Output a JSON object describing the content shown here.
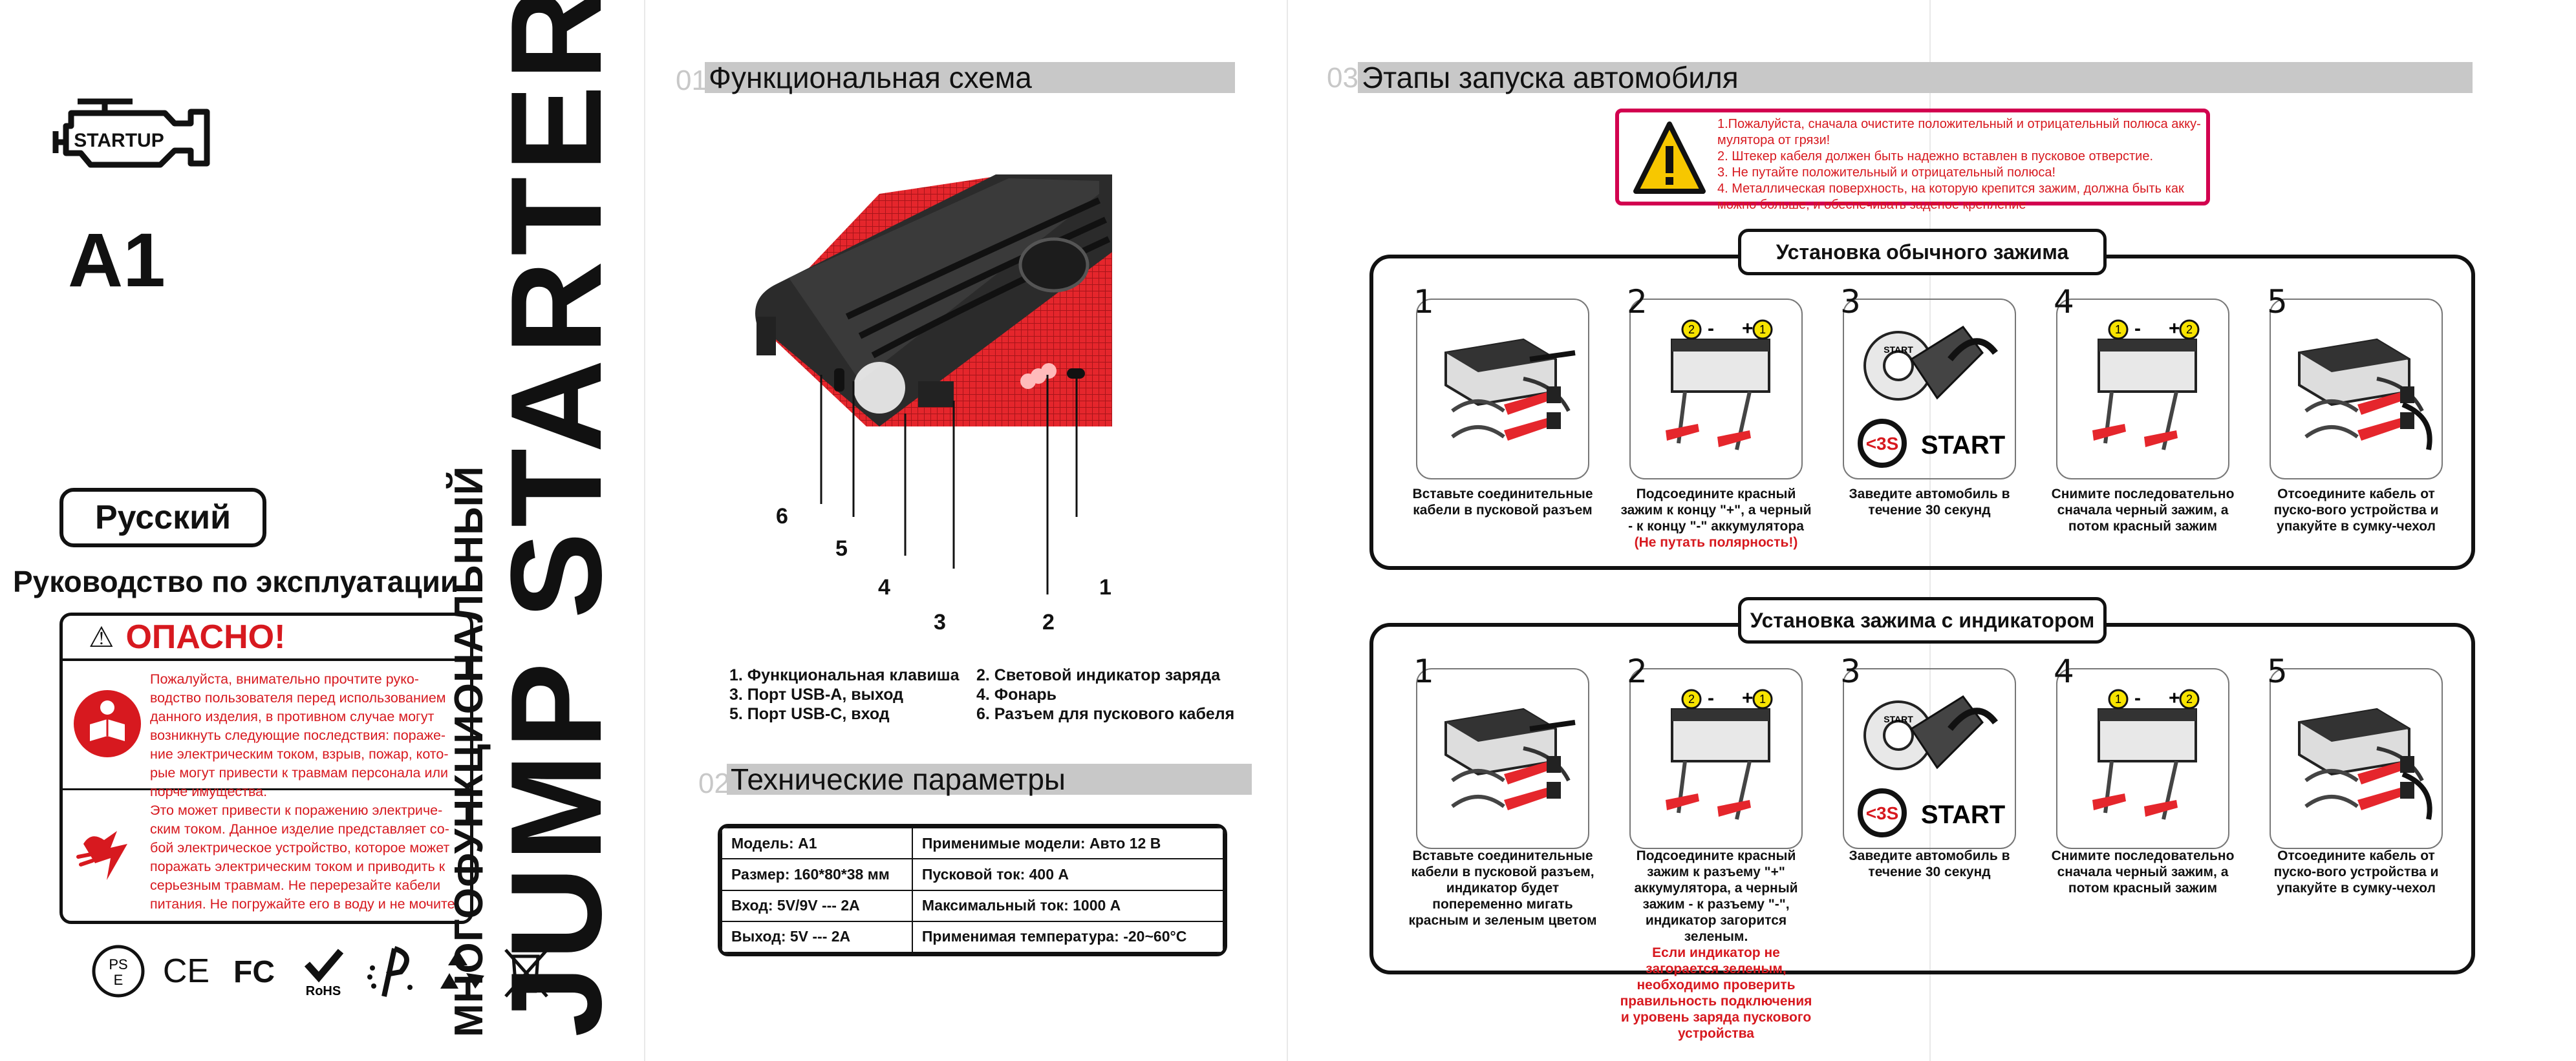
{
  "panel1": {
    "logo_label": "STARTUP",
    "model": "A1",
    "language": "Русский",
    "manual_title": "Руководство по эксплуатации",
    "danger_title": "ОПАСНО!",
    "danger_text_1": "Пожалуйста, внимательно прочтите руко-водство пользователя перед использованием данного изделия, в противном случае могут возникнуть следующие последствия: пораже-ние электрическим током, взрыв, пожар, кото-рые могут привести к травмам персонала или порче имущества.",
    "danger_text_2": "Это может привести к поражению электриче-ским током. Данное изделие представляет со-бой электрическое устройство, которое может поражать электрическим током и приводить к серьезным травмам. Не перерезайте кабели питания. Не погружайте его в воду и не мочите",
    "vertical_title_1": "МНОГОФУНКЦИОНАЛЬНЫЙ",
    "vertical_title_2": "JUMP STARTER",
    "cert_rohs": "RoHS"
  },
  "panel2": {
    "section1_num": "01",
    "section1_title": "Функциональная схема",
    "callouts": [
      "1",
      "2",
      "3",
      "4",
      "5",
      "6"
    ],
    "legend": [
      "1. Функциональная клавиша",
      "2. Световой индикатор заряда",
      "3. Порт USB-A, выход",
      "4. Фонарь",
      "5. Порт USB-C, вход",
      "6. Разъем для пускового кабеля"
    ],
    "section2_num": "02",
    "section2_title": "Технические параметры",
    "specs": [
      [
        "Модель: A1",
        "Применимые модели: Авто 12 В"
      ],
      [
        "Размер: 160*80*38 мм",
        "Пусковой ток: 400 А"
      ],
      [
        "Вход: 5V/9V --- 2A",
        "Максимальный ток: 1000 А"
      ],
      [
        "Выход: 5V --- 2A",
        "Применимая температура: -20~60°C"
      ]
    ]
  },
  "panel3": {
    "section_num": "03",
    "section_title": "Этапы запуска автомобиля",
    "warnings": [
      "1.Пожалуйста, сначала очистите положительный и отрицательный полюса акку-мулятора от грязи!",
      "2. Штекер кабеля должен быть надежно вставлен в пусковое отверстие.",
      "3. Не путайте положительный и отрицательный полюса!",
      "4. Металлическая поверхность, на которую крепится зажим, должна быть как можно больше, и обеспечивать заденое крепление"
    ],
    "group1": {
      "title": "Установка обычного зажима",
      "steps": [
        {
          "num": "1",
          "caption": "Вставьте соединительные кабели в пусковой разъем",
          "note": ""
        },
        {
          "num": "2",
          "caption": "Подсоедините красный зажим к концу \"+\", а черный - к концу \"-\" аккумулятора",
          "note": "(Не путать полярность!)"
        },
        {
          "num": "3",
          "caption": "Заведите автомобиль в течение 30 секунд",
          "note": ""
        },
        {
          "num": "4",
          "caption": "Снимите последовательно сначала черный зажим, а потом красный зажим",
          "note": ""
        },
        {
          "num": "5",
          "caption": "Отсоедините кабель от пуско-вого устройства и упакуйте в сумку-чехол",
          "note": ""
        }
      ]
    },
    "group2": {
      "title": "Установка зажима с индикатором",
      "steps": [
        {
          "num": "1",
          "caption": "Вставьте соединительные кабели в пусковой разъем, индикатор будет попеременно мигать красным и зеленым цветом",
          "note": ""
        },
        {
          "num": "2",
          "caption": "Подсоедините красный зажим к разъему \"+\" аккумулятора, а черный зажим - к разъему \"-\", индикатор загорится зеленым.",
          "note": "Если индикатор не загорается зеленым, необходимо проверить правильность подключения и уровень заряда пускового устройства"
        },
        {
          "num": "3",
          "caption": "Заведите автомобиль в течение 30 секунд",
          "note": ""
        },
        {
          "num": "4",
          "caption": "Снимите последовательно сначала черный зажим, а потом красный зажим",
          "note": ""
        },
        {
          "num": "5",
          "caption": "Отсоедините кабель от пуско-вого устройства и упакуйте в сумку-чехол",
          "note": ""
        }
      ]
    },
    "start_label": "START",
    "timer_label": "<3S",
    "key_label": "START",
    "plus_label": "+",
    "minus_label": "-",
    "badge_1": "1",
    "badge_2": "2"
  },
  "colors": {
    "accent_red": "#d7191f",
    "warning_border": "#d2004f",
    "header_gray": "#c8c8c8",
    "device_red": "#e5262c"
  }
}
